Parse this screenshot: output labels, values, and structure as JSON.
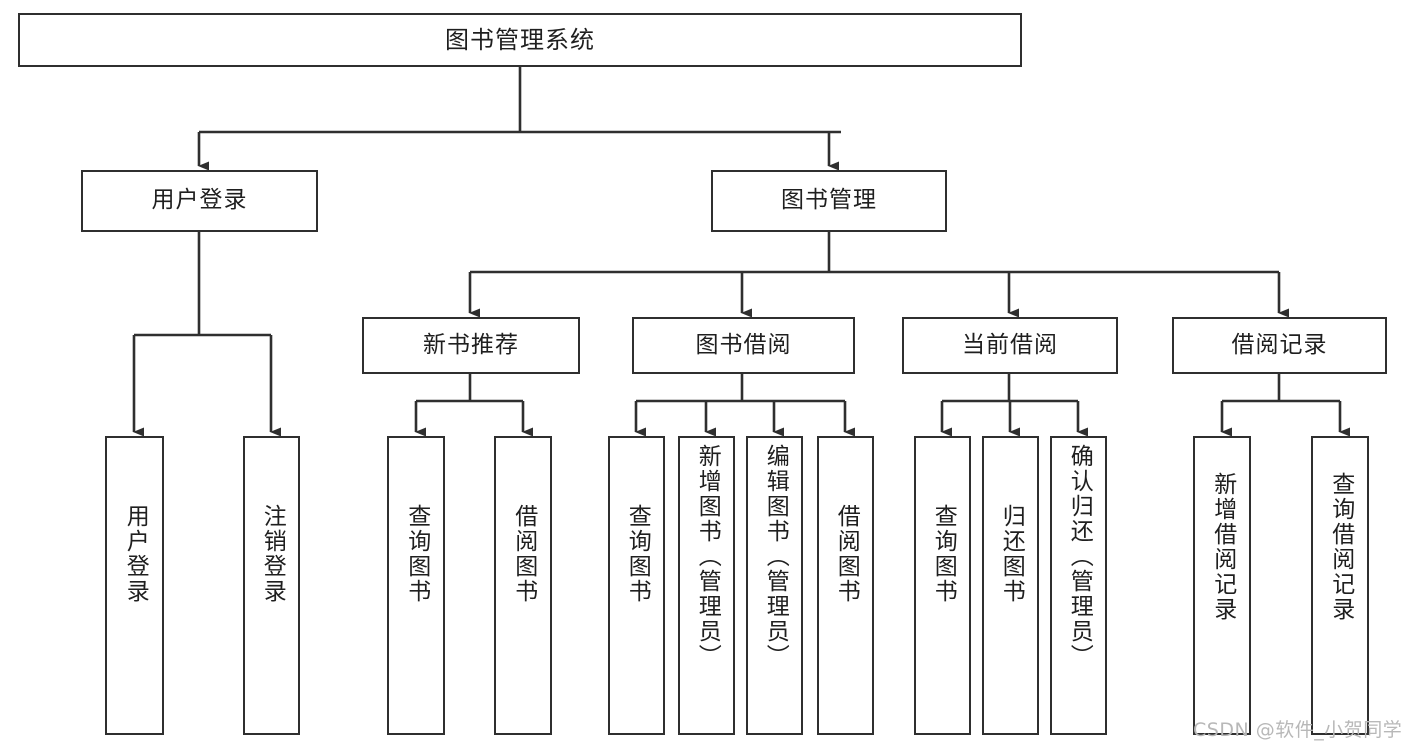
{
  "diagram": {
    "title": "图书管理系统",
    "type": "tree-hierarchy-chart",
    "orientation": "top-down",
    "colors": {
      "box_border": "#2f2f2f",
      "box_fill": "#ffffff",
      "edge": "#2f2f2f",
      "text": "#1f1f1f",
      "background": "#ffffff",
      "watermark": "#b8b8b8"
    }
  },
  "root": {
    "label": "图书管理系统"
  },
  "level2": [
    {
      "id": "user-login",
      "label": "用户登录"
    },
    {
      "id": "book-manage",
      "label": "图书管理"
    }
  ],
  "level3": [
    {
      "id": "new-book-recommend",
      "label": "新书推荐"
    },
    {
      "id": "book-borrow",
      "label": "图书借阅"
    },
    {
      "id": "current-borrow",
      "label": "当前借阅"
    },
    {
      "id": "borrow-record",
      "label": "借阅记录"
    }
  ],
  "leaves": {
    "user_login": [
      {
        "id": "leaf-user-login",
        "label": "用户登录"
      },
      {
        "id": "leaf-logout-login",
        "label": "注销登录"
      }
    ],
    "new_book_recommend": [
      {
        "id": "leaf-query-book-1",
        "label": "查询图书"
      },
      {
        "id": "leaf-borrow-book-1",
        "label": "借阅图书"
      }
    ],
    "book_borrow": [
      {
        "id": "leaf-query-book-2",
        "label": "查询图书"
      },
      {
        "id": "leaf-add-book",
        "label": "新增图书（管理员）"
      },
      {
        "id": "leaf-edit-book",
        "label": "编辑图书（管理员）"
      },
      {
        "id": "leaf-borrow-book-2",
        "label": "借阅图书"
      }
    ],
    "current_borrow": [
      {
        "id": "leaf-query-book-3",
        "label": "查询图书"
      },
      {
        "id": "leaf-return-book",
        "label": "归还图书"
      },
      {
        "id": "leaf-confirm-return",
        "label": "确认归还（管理员）"
      }
    ],
    "borrow_record": [
      {
        "id": "leaf-add-record",
        "label": "新增借阅记录"
      },
      {
        "id": "leaf-query-record",
        "label": "查询借阅记录"
      }
    ]
  },
  "watermark": {
    "text": "CSDN @软件_小贺同学"
  }
}
